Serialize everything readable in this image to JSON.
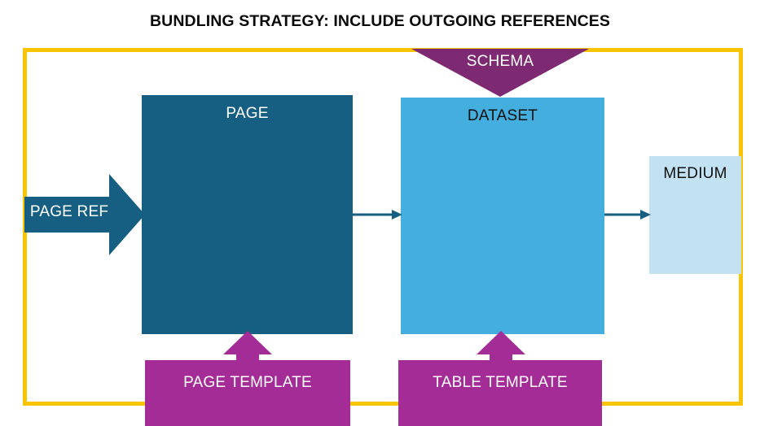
{
  "title": "BUNDLING STRATEGY: INCLUDE OUTGOING REFERENCES",
  "colors": {
    "frame_border": "#FBC400",
    "page_fill": "#175F82",
    "dataset_fill": "#44AEDE",
    "medium_fill": "#C2E2F3",
    "template_fill": "#A32C97",
    "schema_fill": "#7D2A72",
    "connector_stroke": "#175F82",
    "background": "#FFFFFF",
    "title_text": "#0A0A0A"
  },
  "diagram": {
    "type": "block-flow",
    "nodes": [
      {
        "id": "page_ref",
        "label": "PAGE REF",
        "shape": "block-arrow-right",
        "fill": "#175F82",
        "text_color": "#FFFFFF"
      },
      {
        "id": "page",
        "label": "PAGE",
        "shape": "rectangle",
        "fill": "#175F82",
        "text_color": "#FFFFFF"
      },
      {
        "id": "dataset",
        "label": "DATASET",
        "shape": "rectangle",
        "fill": "#44AEDE",
        "text_color": "#111111"
      },
      {
        "id": "medium",
        "label": "MEDIUM",
        "shape": "rectangle",
        "fill": "#C2E2F3",
        "text_color": "#111111"
      },
      {
        "id": "schema",
        "label": "SCHEMA",
        "shape": "chevron-down",
        "fill": "#7D2A72",
        "text_color": "#FFFFFF"
      },
      {
        "id": "page_template",
        "label": "PAGE TEMPLATE",
        "shape": "rectangle",
        "fill": "#A32C97",
        "text_color": "#FFFFFF"
      },
      {
        "id": "table_template",
        "label": "TABLE TEMPLATE",
        "shape": "rectangle",
        "fill": "#A32C97",
        "text_color": "#FFFFFF"
      }
    ],
    "edges": [
      {
        "from": "page_ref",
        "to": "page",
        "style": "block-arrow",
        "direction": "right"
      },
      {
        "from": "page",
        "to": "dataset",
        "style": "thin-arrow",
        "direction": "right"
      },
      {
        "from": "dataset",
        "to": "medium",
        "style": "thin-arrow",
        "direction": "right"
      },
      {
        "from": "schema",
        "to": "dataset",
        "style": "block-arrow",
        "direction": "down"
      },
      {
        "from": "page_template",
        "to": "page",
        "style": "block-arrow",
        "direction": "up"
      },
      {
        "from": "table_template",
        "to": "dataset",
        "style": "block-arrow",
        "direction": "up"
      }
    ]
  },
  "icons": {
    "arrow_right": "arrow-right-icon",
    "arrow_up": "arrow-up-icon",
    "arrow_down": "arrow-down-icon",
    "chevron_down": "chevron-down-icon"
  }
}
